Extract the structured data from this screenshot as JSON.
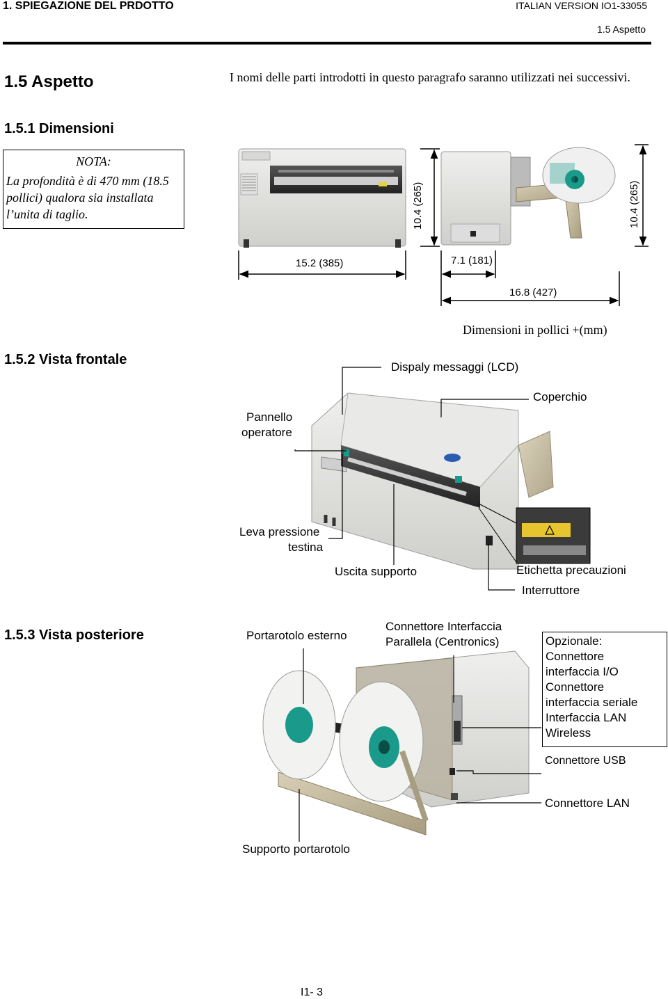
{
  "header": {
    "chapter": "1. SPIEGAZIONE DEL PRDOTTO",
    "version": "ITALIAN VERSION IO1-33055",
    "section": "1.5 Aspetto"
  },
  "section_title": "1.5  Aspetto",
  "intro": "I nomi delle parti introdotti in questo paragrafo saranno utilizzati nei successivi.",
  "dimensions": {
    "title": "1.5.1  Dimensioni",
    "note_title": "NOTA:",
    "note_text": "La profondità è di 470 mm (18.5 pollici) qualora sia installata l’unita di taglio.",
    "width_front": "15.2 (385)",
    "height_front": "10.4 (265)",
    "depth_body": "7.1 (181)",
    "depth_total": "16.8 (427)",
    "height_side": "10.4 (265)",
    "caption": "Dimensioni in pollici +(mm)"
  },
  "front_view": {
    "title": "1.5.2  Vista frontale",
    "labels": {
      "lcd": "Dispaly messaggi (LCD)",
      "cover": "Coperchio",
      "panel_line1": "Pannello",
      "panel_line2": "operatore",
      "lever_line1": "Leva pressione",
      "lever_line2": "testina",
      "media_exit": "Uscita supporto",
      "caution": "Etichetta precauzioni",
      "switch": "Interruttore"
    }
  },
  "rear_view": {
    "title": "1.5.3  Vista posteriore",
    "labels": {
      "ext_holder": "Portarotolo esterno",
      "parallel_line1": "Connettore Interfaccia",
      "parallel_line2": "Parallela (Centronics)",
      "optional": "Opzionale:\nConnettore\ninterfaccia I/O\nConnettore\ninterfaccia seriale\nInterfaccia LAN\nWireless",
      "usb": "Connettore USB",
      "lan": "Connettore LAN",
      "holder_support": "Supporto portarotolo"
    }
  },
  "footer": {
    "page": "I1- 3"
  },
  "colors": {
    "accent_teal": "#1a9a8a",
    "body_gray": "#e4e4e2",
    "dark": "#3a3a3a"
  }
}
